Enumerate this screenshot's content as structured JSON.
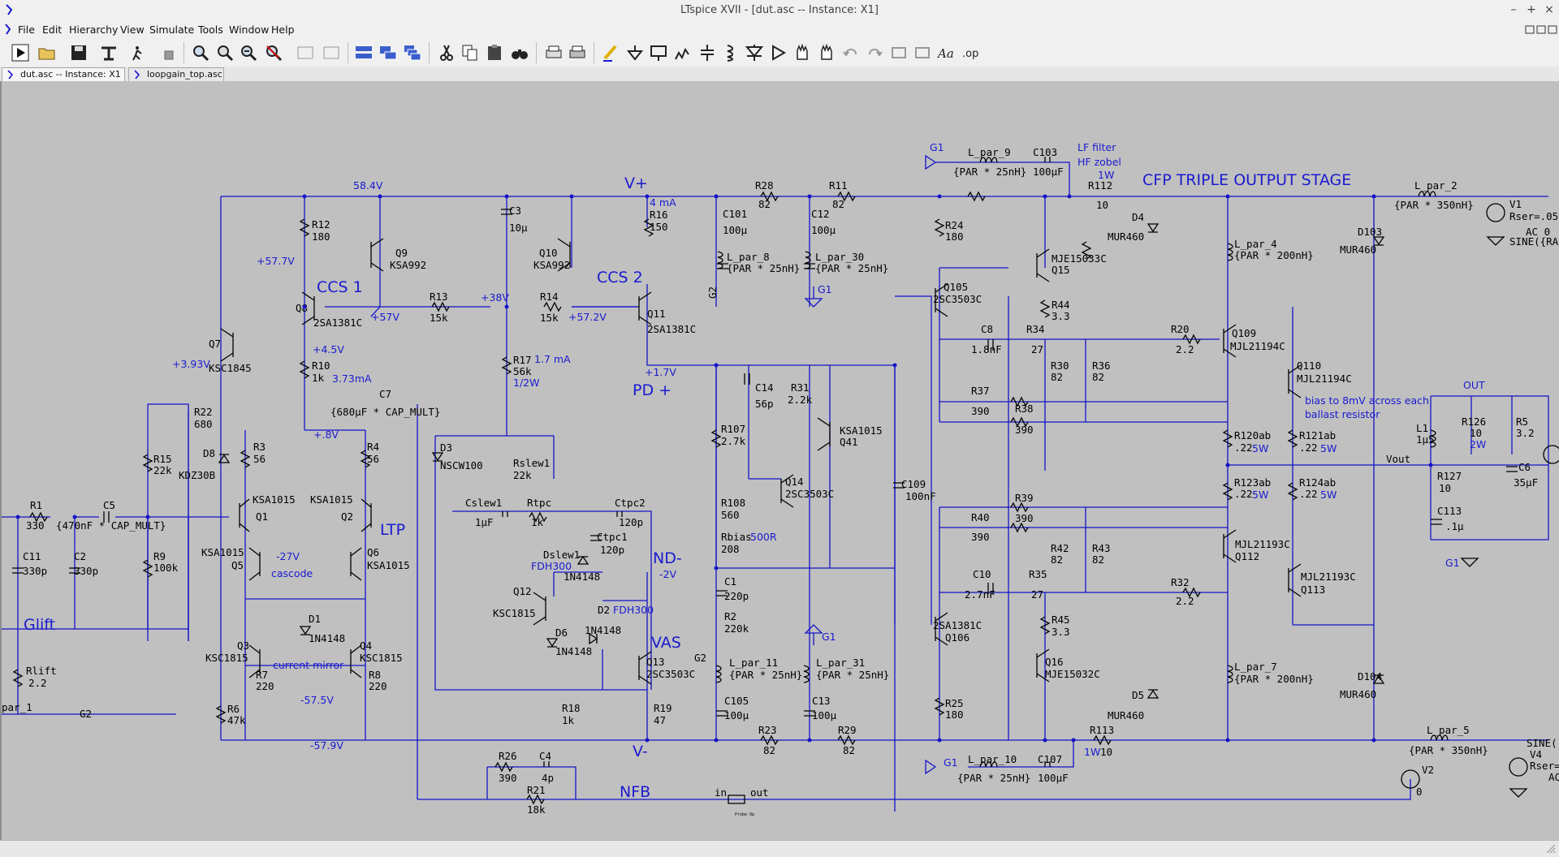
{
  "window": {
    "title": "LTspice XVII - [dut.asc -- Instance: X1]",
    "controls": {
      "minimize": "–",
      "maximize": "+",
      "close": "×"
    }
  },
  "menu": [
    "File",
    "Edit",
    "Hierarchy",
    "View",
    "Simulate",
    "Tools",
    "Window",
    "Help"
  ],
  "toolbar": [
    "run-icon",
    "open-icon",
    "save-icon",
    "control-panel-icon",
    "halt-icon",
    "hand-icon",
    "zoom-in-icon",
    "zoom-pan-icon",
    "zoom-out-icon",
    "zoom-cancel-icon",
    "autorange-icon",
    "waveform-icon",
    "tile-horizontal-icon",
    "tile-vertical-icon",
    "cascade-icon",
    "cut-icon",
    "copy-icon",
    "paste-icon",
    "find-icon",
    "print-setup-icon",
    "print-icon",
    "draw-wire-icon",
    "ground-icon",
    "label-net-icon",
    "resistor-icon",
    "capacitor-icon",
    "inductor-icon",
    "diode-icon",
    "component-icon",
    "move-icon",
    "drag-icon",
    "undo-icon",
    "redo-icon",
    "rotate-icon",
    "mirror-icon",
    "text-icon",
    "spice-directive-icon"
  ],
  "tabs": [
    {
      "label": "dut.asc -- Instance: X1",
      "active": true
    },
    {
      "label": "loopgain_top.asc",
      "active": false
    }
  ],
  "schematic": {
    "headings": {
      "title": "CFP TRIPLE OUTPUT STAGE",
      "vplus": "V+",
      "vminus": "V-",
      "pdplus": "PD +",
      "ndminus": "ND-",
      "nfb": "NFB",
      "ccs1": "CCS 1",
      "ccs2": "CCS 2",
      "ltp": "LTP",
      "vas": "VAS",
      "glift": "Glift"
    },
    "notes": {
      "lf_filter": "LF filter",
      "hf_zobel": "HF zobel",
      "one_watt": "1W",
      "one_watt_b": "1W",
      "bias_note_1": "bias to 8mV across each",
      "bias_note_2": "ballast resistor",
      "cascode": "cascode",
      "current_mirror": "current mirror",
      "out_label": "OUT",
      "vout": "Vout",
      "in": "in",
      "out": "out"
    },
    "voltages": {
      "v584": "58.4V",
      "v577": "+57.7V",
      "v57": "+57V",
      "v38": "+38V",
      "v572": "+57.2V",
      "v45": "+4.5V",
      "v393": "+3.93V",
      "i373": "3.73mA",
      "v08": "+.8V",
      "vm27": "-27V",
      "vm575": "-57.5V",
      "vm579": "-57.9V",
      "i4": "4 mA",
      "v17": "+1.7V",
      "vm2": "-2V",
      "i17": "1.7 mA",
      "w12": "1/2W",
      "w5a": "5W",
      "w5b": "5W",
      "w5c": "5W",
      "w5d": "5W",
      "w2": "2W",
      "fdh300a": "FDH300",
      "fdh300b": "FDH300",
      "rbias500": "500R"
    },
    "nets": {
      "g1a": "G1",
      "g1b": "G1",
      "g1c": "G1",
      "g1d": "G1",
      "g1e": "G1",
      "g2a": "G2",
      "g2b": "G2",
      "g2c": "G2"
    },
    "parts": {
      "R12": [
        "R12",
        "180"
      ],
      "Q9": [
        "Q9",
        "KSA992"
      ],
      "Q8": [
        "Q8",
        "2SA1381C"
      ],
      "R13": [
        "R13",
        "15k"
      ],
      "C3": [
        "C3",
        "10µ"
      ],
      "Q10": [
        "Q10",
        "KSA992"
      ],
      "R14": [
        "R14",
        "15k"
      ],
      "R16": [
        "R16",
        "150"
      ],
      "Q11": [
        "Q11",
        "2SA1381C"
      ],
      "R28": [
        "R28",
        "82"
      ],
      "R11": [
        "R11",
        "82"
      ],
      "C101": [
        "C101",
        "100µ"
      ],
      "C12": [
        "C12",
        "100µ"
      ],
      "Lp8": [
        "L_par_8",
        "{PAR * 25nH}"
      ],
      "Lp30": [
        "L_par_30",
        "{PAR * 25nH}"
      ],
      "Q7": [
        "Q7",
        "KSC1845"
      ],
      "R10": [
        "R10",
        "1k"
      ],
      "C7": [
        "C7",
        "{680µF * CAP_MULT}"
      ],
      "R22": [
        "R22",
        "680"
      ],
      "R15": [
        "R15",
        "22k"
      ],
      "D8": [
        "D8",
        "KDZ30B"
      ],
      "R3": [
        "R3",
        "56"
      ],
      "R4": [
        "R4",
        "56"
      ],
      "Q1": [
        "KSA1015",
        "Q1"
      ],
      "Q2": [
        "KSA1015",
        "Q2"
      ],
      "R1": [
        "R1",
        "330"
      ],
      "C5": [
        "C5",
        "{470nF * CAP_MULT}"
      ],
      "R9": [
        "R9",
        "100k"
      ],
      "C11": [
        "C11",
        "330p"
      ],
      "C2": [
        "C2",
        "330p"
      ],
      "Q5": [
        "KSA1015",
        "Q5"
      ],
      "Q6": [
        "Q6",
        "KSA1015"
      ],
      "D1": [
        "D1",
        "1N4148"
      ],
      "Q3": [
        "Q3",
        "KSC1815"
      ],
      "Q4": [
        "Q4",
        "KSC1815"
      ],
      "R7": [
        "R7",
        "220"
      ],
      "R8": [
        "R8",
        "220"
      ],
      "R6": [
        "R6",
        "47k"
      ],
      "Rlift": [
        "Rlift",
        "2.2"
      ],
      "R17": [
        "R17",
        "56k"
      ],
      "D3": [
        "D3",
        "NSCW100"
      ],
      "Rslew1": [
        "Rslew1",
        "22k"
      ],
      "Cslew1": [
        "Cslew1",
        "1µF"
      ],
      "Rtpc": [
        "Rtpc",
        "1k"
      ],
      "Ctpc2": [
        "Ctpc2",
        "120p"
      ],
      "Ctpc1": [
        "Ctpc1",
        "120p"
      ],
      "Dslew1": [
        "Dslew1",
        "1N4148"
      ],
      "Q12": [
        "Q12",
        "KSC1815"
      ],
      "D2": [
        "D2",
        "1N4148"
      ],
      "D6": [
        "D6",
        "1N4148"
      ],
      "Q13": [
        "Q13",
        "2SC3503C"
      ],
      "R18": [
        "R18",
        "1k"
      ],
      "R19": [
        "R19",
        "47"
      ],
      "R107": [
        "R107",
        "2.7k"
      ],
      "C14": [
        "C14",
        "56p"
      ],
      "R31": [
        "R31",
        "2.2k"
      ],
      "Q41": [
        "KSA1015",
        "Q41"
      ],
      "Q14": [
        "Q14",
        "2SC3503C"
      ],
      "R108": [
        "R108",
        "560"
      ],
      "Rbias": [
        "Rbias",
        "208"
      ],
      "C1": [
        "C1",
        "220p"
      ],
      "R2": [
        "R2",
        "220k"
      ],
      "Lp11": [
        "L_par_11",
        "{PAR * 25nH}"
      ],
      "Lp31": [
        "L_par_31",
        "{PAR * 25nH}"
      ],
      "C105": [
        "C105",
        "100µ"
      ],
      "C13": [
        "C13",
        "100µ"
      ],
      "R23": [
        "R23",
        "82"
      ],
      "R29": [
        "R29",
        "82"
      ],
      "R26": [
        "R26",
        "390"
      ],
      "C4": [
        "C4",
        "4p"
      ],
      "R21": [
        "R21",
        "18k"
      ],
      "Lp9": [
        "L_par_9",
        "{PAR * 25nH}"
      ],
      "C103": [
        "C103",
        "100µF"
      ],
      "R112": [
        "R112",
        "10"
      ],
      "Lp10": [
        "L_par_10",
        "{PAR * 25nH}"
      ],
      "C107": [
        "C107",
        "100µF"
      ],
      "R113": [
        "R113",
        "10"
      ],
      "R24": [
        "R24",
        "180"
      ],
      "Q105": [
        "Q105",
        "2SC3503C"
      ],
      "Q15": [
        "MJE15033C",
        "Q15"
      ],
      "R44": [
        "R44",
        "3.3"
      ],
      "C8": [
        "C8",
        "1.8nF"
      ],
      "R34": [
        "R34",
        "27"
      ],
      "R30": [
        "R30",
        "82"
      ],
      "R36": [
        "R36",
        "82"
      ],
      "R37": [
        "R37",
        "390"
      ],
      "R38": [
        "R38",
        "390"
      ],
      "C109": [
        "C109",
        "100nF"
      ],
      "R39": [
        "R39",
        "390"
      ],
      "R40": [
        "R40",
        "390"
      ],
      "R42": [
        "R42",
        "82"
      ],
      "R43": [
        "R43",
        "82"
      ],
      "C10": [
        "C10",
        "2.7nF"
      ],
      "R35": [
        "R35",
        "27"
      ],
      "Q106": [
        "2SA1381C",
        "Q106"
      ],
      "R45": [
        "R45",
        "3.3"
      ],
      "Q16": [
        "Q16",
        "MJE15032C"
      ],
      "R25": [
        "R25",
        "180"
      ],
      "D4": [
        "D4",
        "MUR460"
      ],
      "D5": [
        "D5",
        "MUR460"
      ],
      "R20": [
        "R20",
        "2.2"
      ],
      "R32": [
        "R32",
        "2.2"
      ],
      "Q109": [
        "Q109",
        "MJL21194C"
      ],
      "Q110": [
        "Q110",
        "MJL21194C"
      ],
      "Q112": [
        "MJL21193C",
        "Q112"
      ],
      "Q113": [
        "MJL21193C",
        "Q113"
      ],
      "Lp4": [
        "L_par_4",
        "{PAR * 200nH}"
      ],
      "Lp7": [
        "L_par_7",
        "{PAR * 200nH}"
      ],
      "R120": [
        "R120ab",
        ".22"
      ],
      "R121": [
        "R121ab",
        ".22"
      ],
      "R123": [
        "R123ab",
        ".22"
      ],
      "R124": [
        "R124ab",
        ".22"
      ],
      "Lp2": [
        "L_par_2",
        "{PAR * 350nH}"
      ],
      "Lp5": [
        "L_par_5",
        "{PAR * 350nH}"
      ],
      "D103": [
        "D103",
        "MUR460"
      ],
      "D104": [
        "D104",
        "MUR460"
      ],
      "L1": [
        "L1",
        "1µ5"
      ],
      "R126": [
        "R126",
        "10"
      ],
      "R5": [
        "R5",
        "3.2"
      ],
      "R127": [
        "R127",
        "10"
      ],
      "C6": [
        "C6",
        "35µF"
      ],
      "C113": [
        "C113",
        ".1µ"
      ],
      "V1": [
        "V1",
        "Rser=.05",
        "AC 0",
        "SINE({RA"
      ],
      "V4": [
        "SINE(",
        "V4",
        "Rser=",
        "AC"
      ],
      "V2": [
        "V2",
        "0"
      ],
      "Lpar1": [
        "par_1"
      ],
      "probe": [
        "in",
        "out",
        "Probe Op"
      ]
    }
  }
}
